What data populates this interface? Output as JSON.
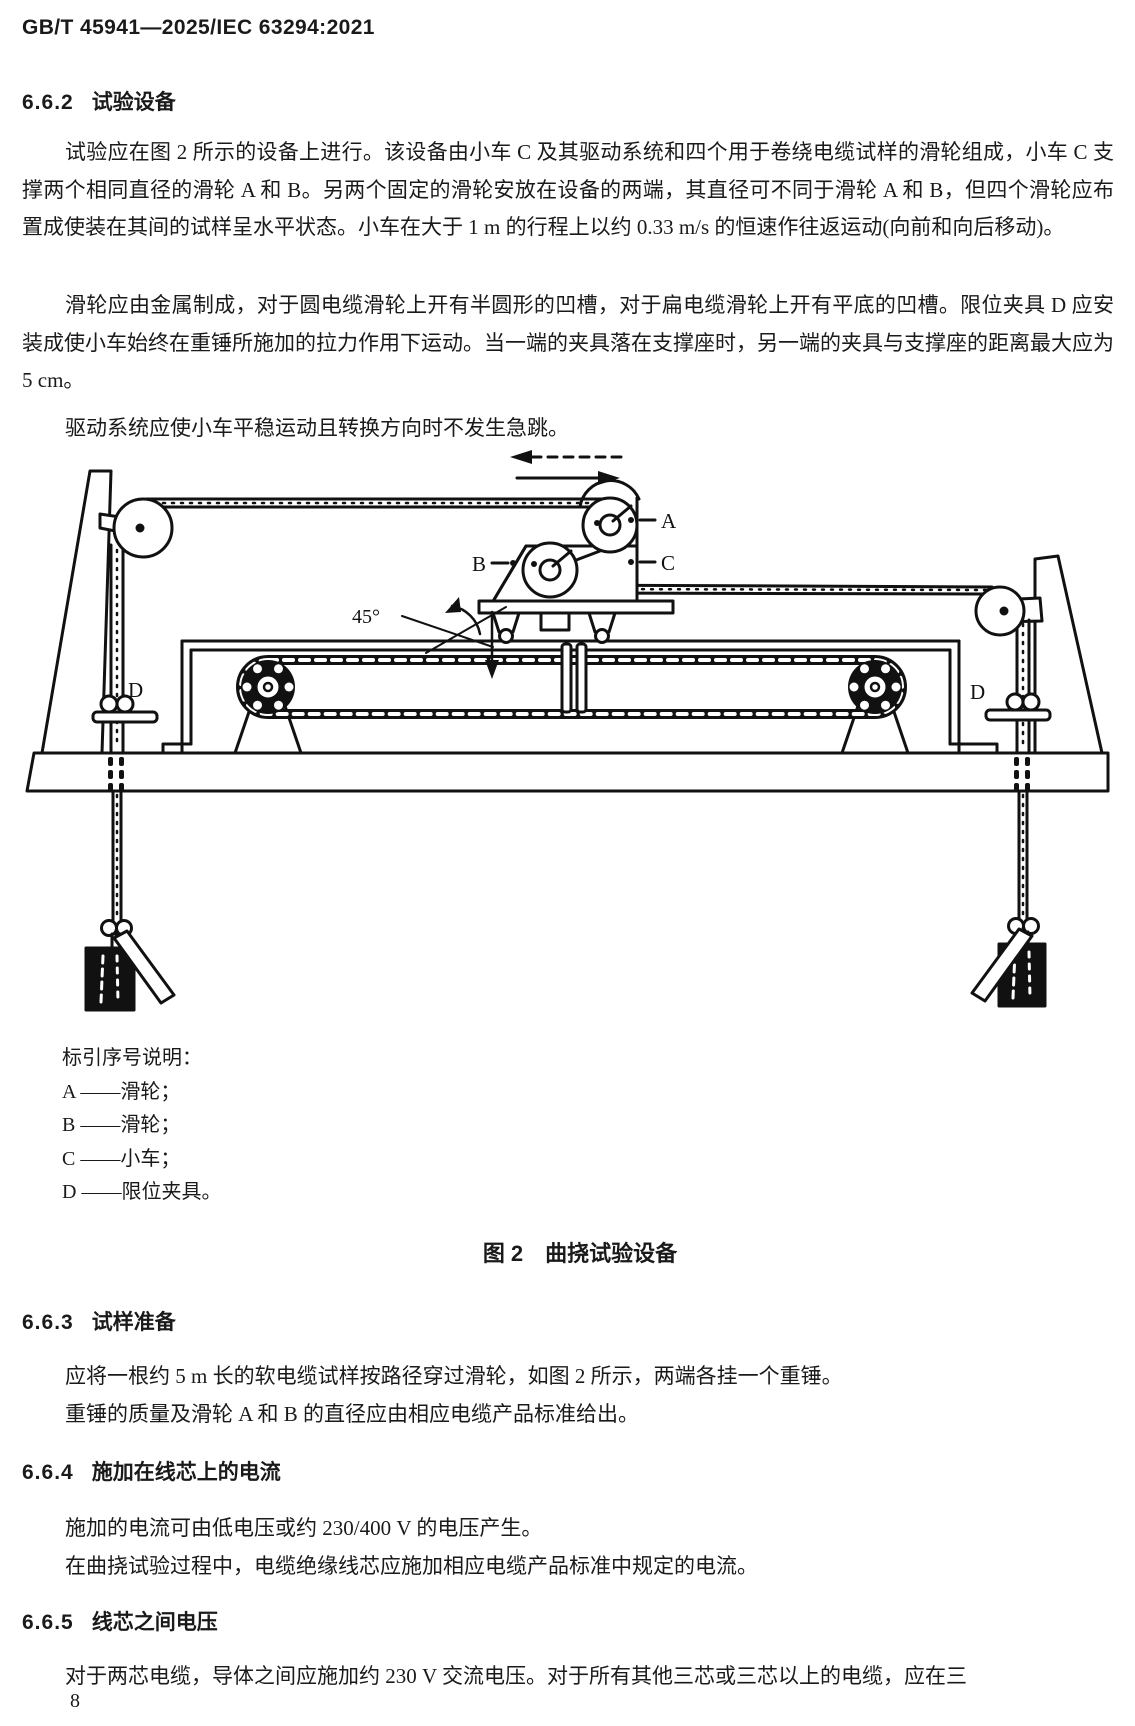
{
  "header": {
    "standard_number": "GB/T 45941—2025/IEC 63294:2021",
    "page_number": "8"
  },
  "section_662": {
    "number": "6.6.2",
    "title": "试验设备",
    "para1": "试验应在图 2 所示的设备上进行。该设备由小车 C 及其驱动系统和四个用于卷绕电缆试样的滑轮组成，小车 C 支撑两个相同直径的滑轮 A 和 B。另两个固定的滑轮安放在设备的两端，其直径可不同于滑轮 A 和 B，但四个滑轮应布置成使装在其间的试样呈水平状态。小车在大于 1 m 的行程上以约 0.33 m/s 的恒速作往返运动(向前和向后移动)。",
    "para2": "滑轮应由金属制成，对于圆电缆滑轮上开有半圆形的凹槽，对于扁电缆滑轮上开有平底的凹槽。限位夹具 D 应安装成使小车始终在重锤所施加的拉力作用下运动。当一端的夹具落在支撑座时，另一端的夹具与支撑座的距离最大应为 5 cm。",
    "para3": "驱动系统应使小车平稳运动且转换方向时不发生急跳。"
  },
  "figure": {
    "labels": {
      "angle": "45°",
      "pulley_a": "A",
      "pulley_b": "B",
      "cart": "C",
      "clamp_left": "D",
      "clamp_right": "D"
    },
    "legend_title": "标引序号说明：",
    "legend_items": [
      "A ——滑轮；",
      "B ——滑轮；",
      "C ——小车；",
      "D ——限位夹具。"
    ],
    "caption": "图 2　曲挠试验设备"
  },
  "section_663": {
    "number": "6.6.3",
    "title": "试样准备",
    "para1": "应将一根约 5 m 长的软电缆试样按路径穿过滑轮，如图 2 所示，两端各挂一个重锤。",
    "para2": "重锤的质量及滑轮 A 和 B 的直径应由相应电缆产品标准给出。"
  },
  "section_664": {
    "number": "6.6.4",
    "title": "施加在线芯上的电流",
    "para1": "施加的电流可由低电压或约 230/400 V 的电压产生。",
    "para2": "在曲挠试验过程中，电缆绝缘线芯应施加相应电缆产品标准中规定的电流。"
  },
  "section_665": {
    "number": "6.6.5",
    "title": "线芯之间电压",
    "para1": "对于两芯电缆，导体之间应施加约 230 V 交流电压。对于所有其他三芯或三芯以上的电缆，应在三"
  }
}
